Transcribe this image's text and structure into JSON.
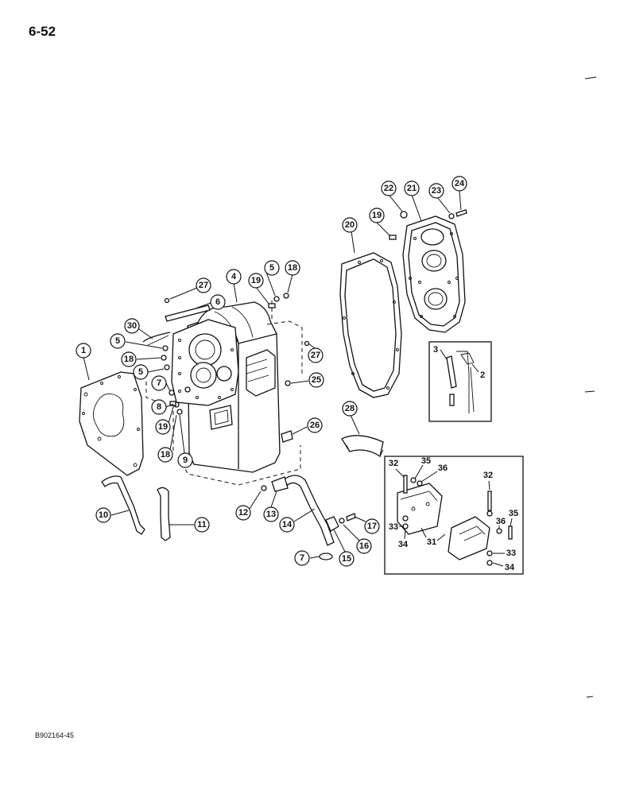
{
  "page_number": "6-52",
  "reference_code": "B902164-45",
  "callouts": {
    "c1": "1",
    "c4": "4",
    "c5a": "5",
    "c5b": "5",
    "c5c": "5",
    "c6": "6",
    "c7a": "7",
    "c7b": "7",
    "c8": "8",
    "c9": "9",
    "c10": "10",
    "c11": "11",
    "c12": "12",
    "c13": "13",
    "c14": "14",
    "c15": "15",
    "c16": "16",
    "c17": "17",
    "c18a": "18",
    "c18b": "18",
    "c18c": "18",
    "c19a": "19",
    "c19b": "19",
    "c19c": "19",
    "c20": "20",
    "c21": "21",
    "c22": "22",
    "c23": "23",
    "c24": "24",
    "c25": "25",
    "c26": "26",
    "c27a": "27",
    "c27b": "27",
    "c28": "28",
    "c30": "30"
  },
  "inset_labels": {
    "i2": "2",
    "i3": "3",
    "i31": "31",
    "i32a": "32",
    "i32b": "32",
    "i33a": "33",
    "i33b": "33",
    "i34a": "34",
    "i34b": "34",
    "i35a": "35",
    "i35b": "35",
    "i36a": "36",
    "i36b": "36"
  }
}
